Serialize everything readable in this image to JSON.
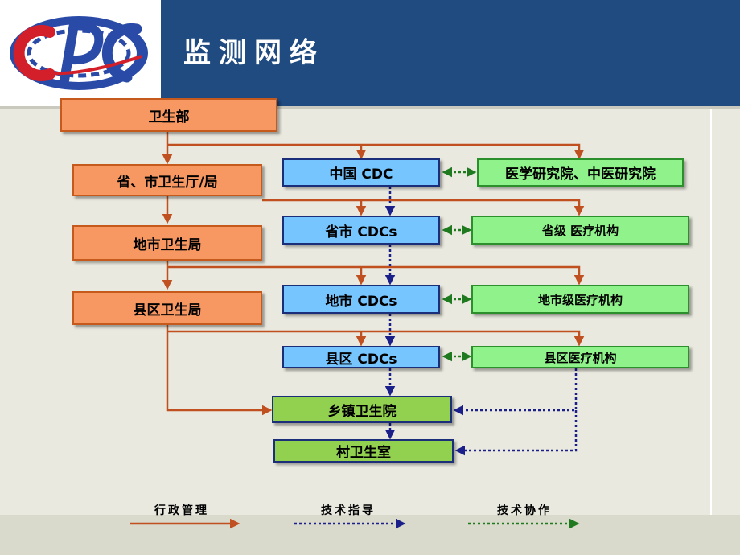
{
  "header": {
    "title": "监测网络"
  },
  "colors": {
    "admin_line": "#c0501f",
    "tech_guide_line": "#1b1f8a",
    "tech_collab_line": "#1f7a1f",
    "header_bg": "#1f4b80",
    "logo_red": "#d21f2a",
    "logo_blue": "#2a4aa8"
  },
  "admin": {
    "ministry": "卫生部",
    "province": "省、市卫生厅/局",
    "city": "地市卫生局",
    "county": "县区卫生局"
  },
  "cdc": {
    "national": "中国 CDC",
    "province": "省市 CDCs",
    "city": "地市 CDCs",
    "county": "县区 CDCs"
  },
  "medical": {
    "national": "医学研究院、中医研究院",
    "province": "省级 医疗机构",
    "city": "地市级医疗机构",
    "county": "县区医疗机构"
  },
  "grassroots": {
    "township": "乡镇卫生院",
    "village": "村卫生室"
  },
  "legend": {
    "admin": "行政管理",
    "guide": "技术指导",
    "collab": "技术协作"
  },
  "logo": {
    "icon": "cdc-logo"
  }
}
